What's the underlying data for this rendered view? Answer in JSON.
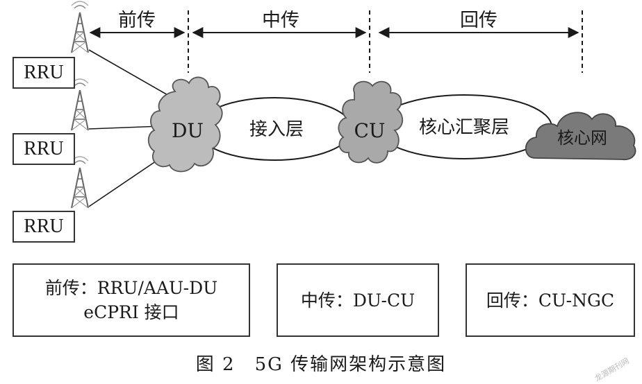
{
  "diagram": {
    "segments": {
      "fronthaul": "前传",
      "midhaul": "中传",
      "backhaul": "回传"
    },
    "rru_labels": [
      "RRU",
      "RRU",
      "RRU"
    ],
    "nodes": {
      "du": "DU",
      "access_layer": "接入层",
      "cu": "CU",
      "core_aggregation_layer": "核心汇聚层",
      "core_network": "核心网"
    },
    "info_boxes": {
      "fronthaul_line1": "前传：RRU/AAU-DU",
      "fronthaul_line2": "eCPRI 接口",
      "midhaul": "中传：DU-CU",
      "backhaul": "回传：CU-NGC"
    },
    "caption": "图 2　5G 传输网架构示意图",
    "watermark": "龙源期刊网"
  },
  "colors": {
    "cloud_light": "#bcbcbc",
    "cloud_dark": "#7a7a7a",
    "line": "#1a1a1a"
  }
}
